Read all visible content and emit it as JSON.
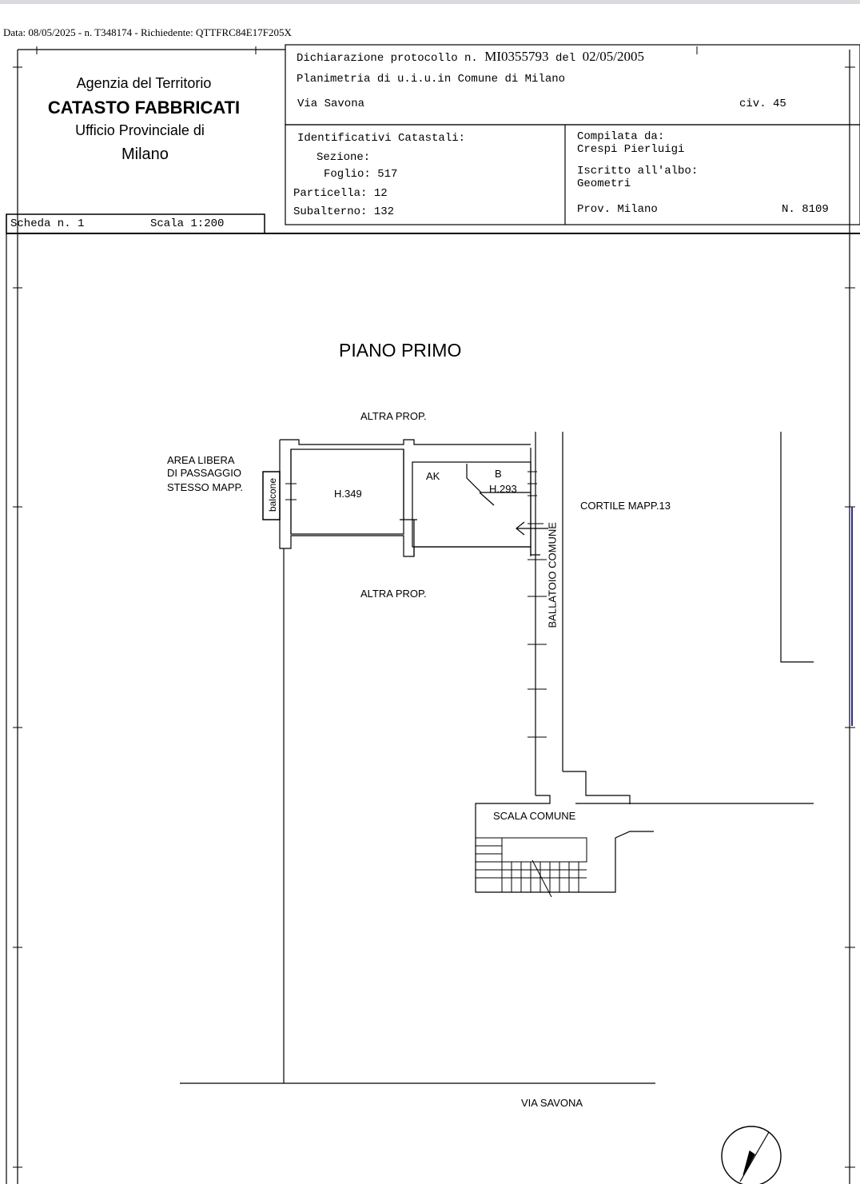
{
  "page": {
    "meta_line": "Data: 08/05/2025 - n. T348174 - Richiedente: QTTFRC84E17F205X"
  },
  "header": {
    "agency_line1": "Agenzia del Territorio",
    "agency_line2": "CATASTO FABBRICATI",
    "agency_line3": "Ufficio Provinciale di",
    "agency_line4": "Milano",
    "declaration_label": "Dichiarazione protocollo n.",
    "declaration_number": "MI0355793",
    "declaration_del": "del",
    "declaration_date": "02/05/2005",
    "planimetry": "Planimetria di u.i.u.in Comune di Milano",
    "street": "Via Savona",
    "civic": "civ. 45",
    "scheda": "Scheda n. 1",
    "scala": "Scala 1:200",
    "ident_title": "Identificativi Catastali:",
    "sezione": "Sezione:",
    "foglio": "Foglio: 517",
    "particella": "Particella: 12",
    "subalterno": "Subalterno: 132",
    "compilata_label": "Compilata da:",
    "compilata_name": "Crespi Pierluigi",
    "iscritto_label": "Iscritto all'albo:",
    "iscritto_value": "Geometri",
    "prov": "Prov. Milano",
    "albo_number": "N. 8109"
  },
  "plan": {
    "title": "PIANO PRIMO",
    "altra_prop_top": "ALTRA PROP.",
    "altra_prop_bottom": "ALTRA PROP.",
    "area_libera_1": "AREA LIBERA",
    "area_libera_2": "DI PASSAGGIO",
    "area_libera_3": "STESSO MAPP.",
    "balcone": "balcone",
    "room_height_1": "H.349",
    "room_ak": "AK",
    "room_b": "B",
    "room_height_2": "H.293",
    "cortile": "CORTILE MAPP.13",
    "ballatoio": "BALLATOIO COMUNE",
    "scala_comune": "SCALA COMUNE",
    "via_savona": "VIA SAVONA"
  }
}
